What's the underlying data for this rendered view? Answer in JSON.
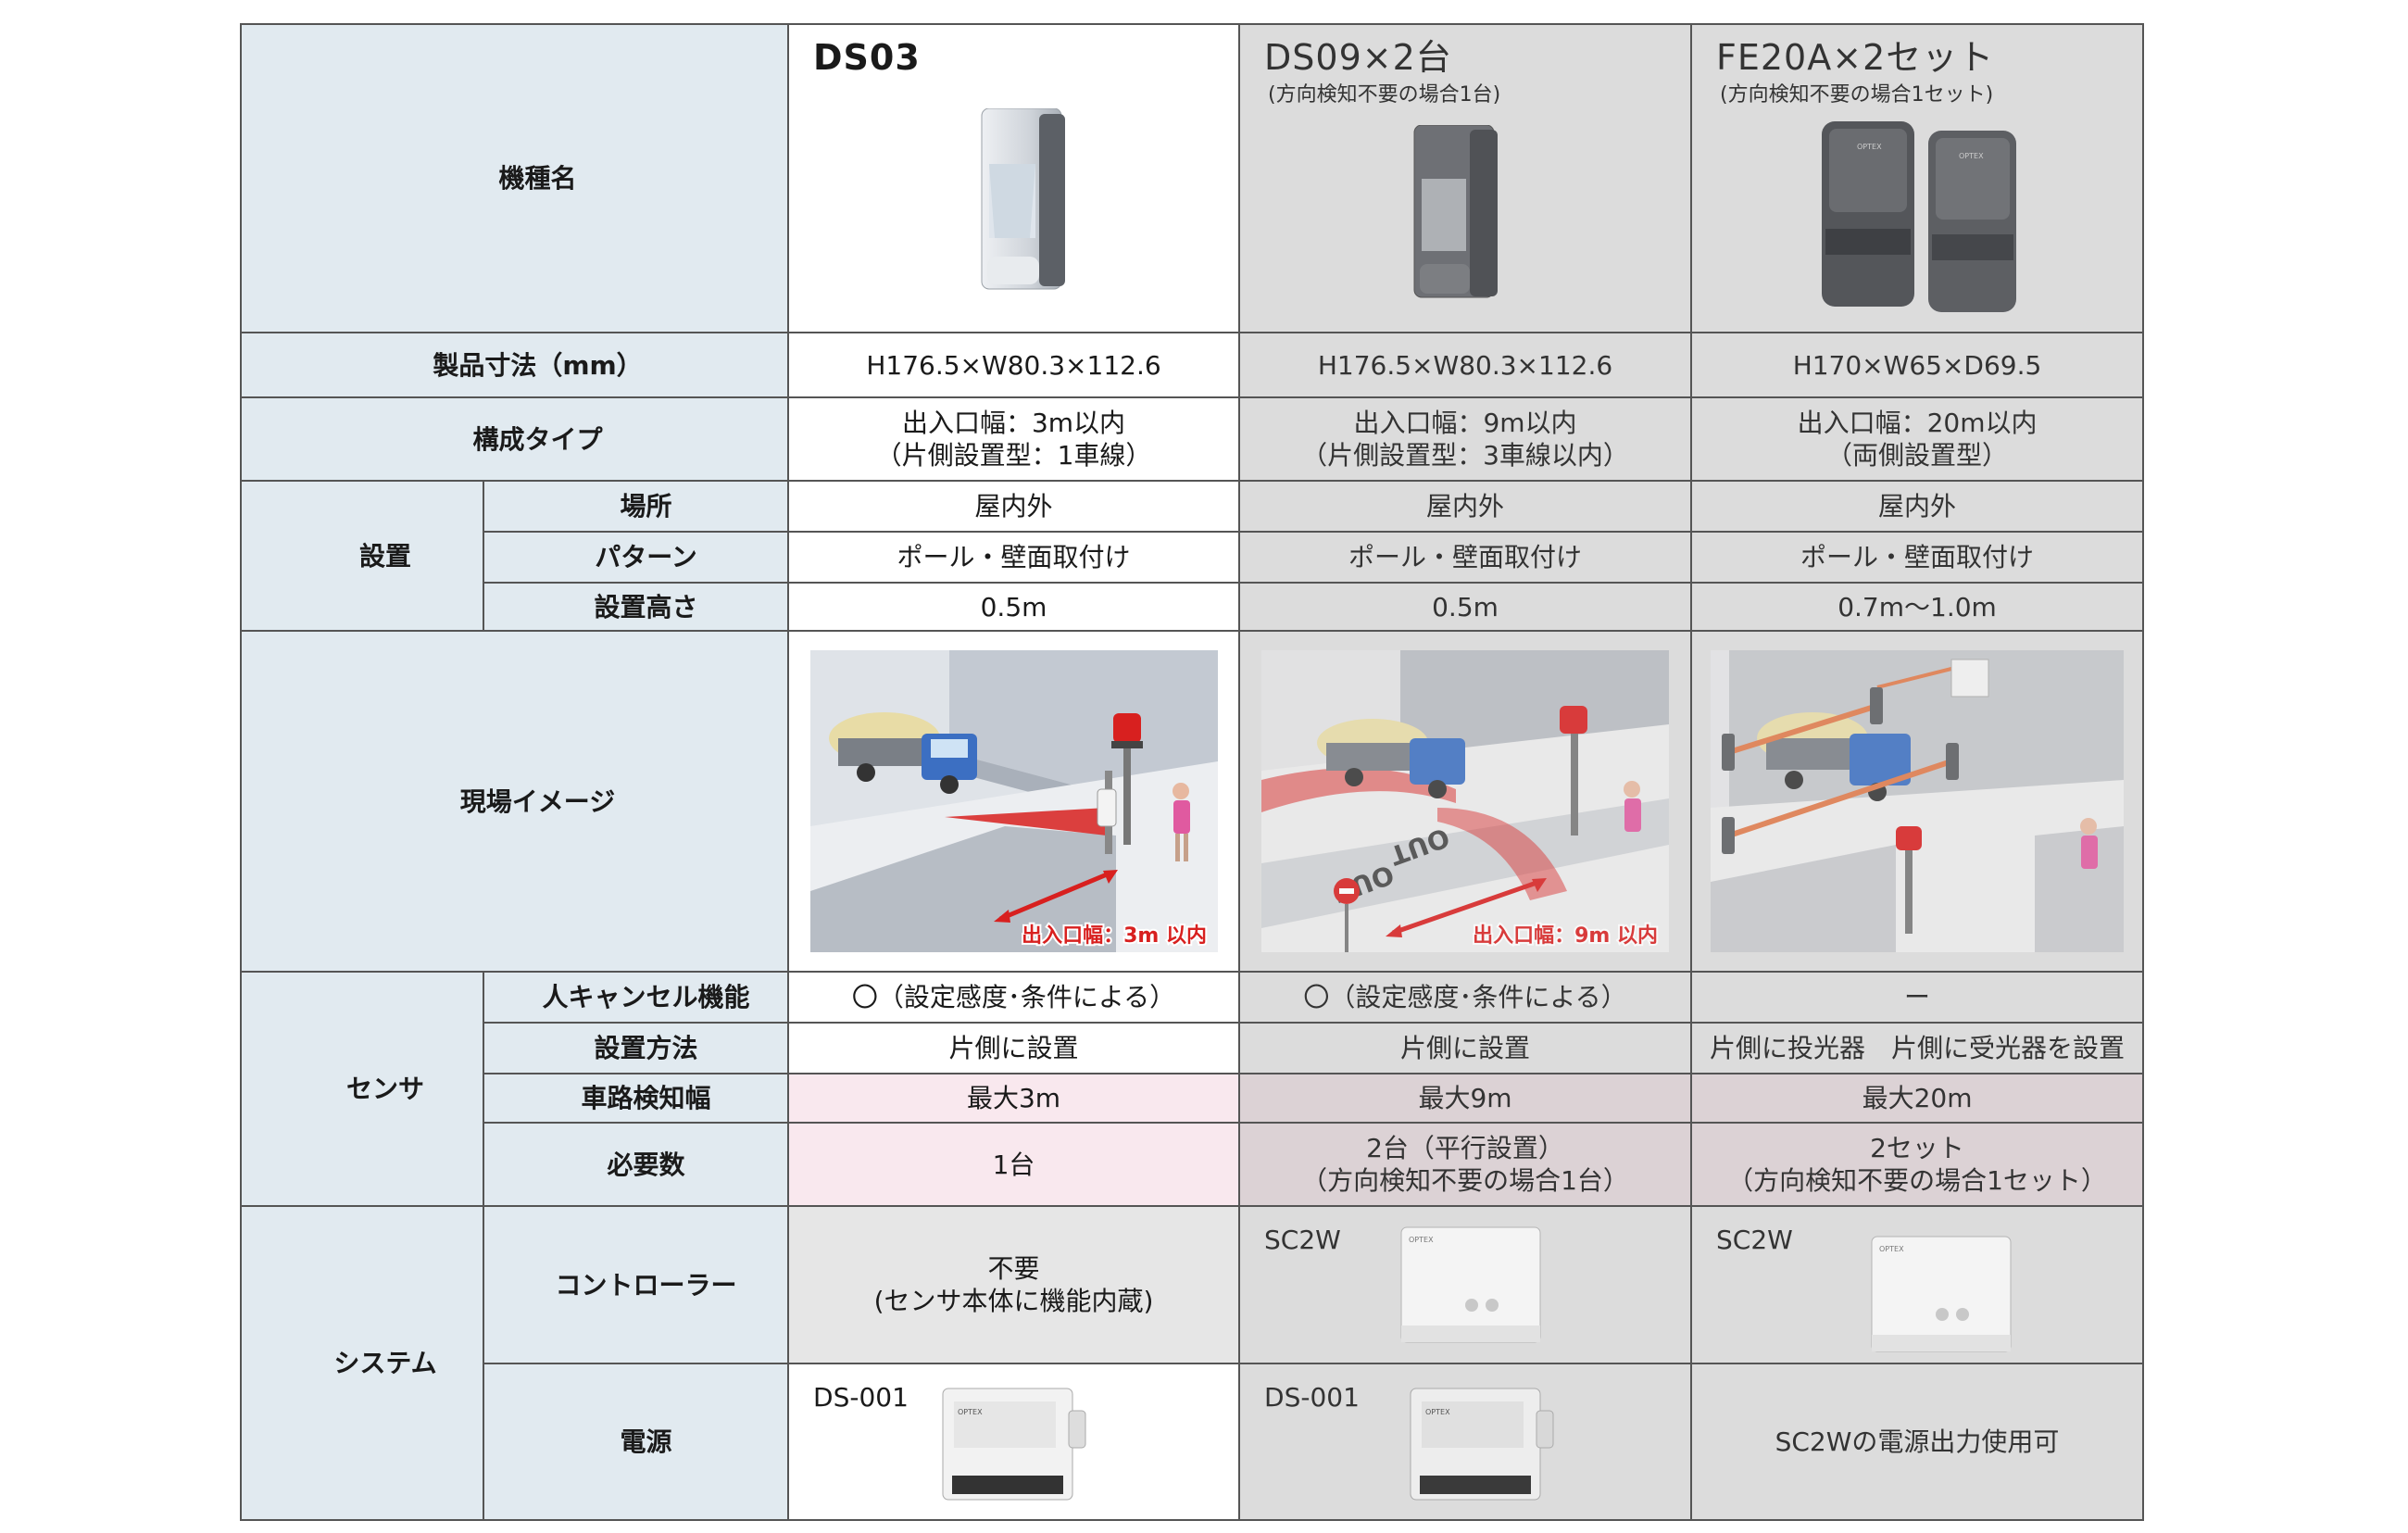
{
  "columns": [
    {
      "model": "DS03",
      "note": ""
    },
    {
      "model": "DS09×2台",
      "note": "(方向検知不要の場合1台)"
    },
    {
      "model": "FE20A×2セット",
      "note": "(方向検知不要の場合1セット)"
    }
  ],
  "rows": {
    "model_label": "機種名",
    "size": {
      "label": "製品寸法（mm）",
      "values": [
        "H176.5×W80.3×112.6",
        "H176.5×W80.3×112.6",
        "H170×W65×D69.5"
      ]
    },
    "config": {
      "label": "構成タイプ",
      "values": [
        {
          "l1": "出入口幅：3m以内",
          "l2": "（片側設置型：1車線）"
        },
        {
          "l1": "出入口幅：9m以内",
          "l2": "（片側設置型：3車線以内）"
        },
        {
          "l1": "出入口幅：20m以内",
          "l2": "（両側設置型）"
        }
      ]
    },
    "install": {
      "label": "設置",
      "subs": [
        {
          "label": "場所",
          "values": [
            "屋内外",
            "屋内外",
            "屋内外"
          ]
        },
        {
          "label": "パターン",
          "values": [
            "ポール・壁面取付け",
            "ポール・壁面取付け",
            "ポール・壁面取付け"
          ]
        },
        {
          "label": "設置高さ",
          "values": [
            "0.5m",
            "0.5m",
            "0.7m～1.0m"
          ]
        }
      ]
    },
    "scene": {
      "label": "現場イメージ",
      "captions": [
        "出入口幅：3m 以内",
        "出入口幅：9m 以内",
        ""
      ],
      "out_label": "OUT"
    },
    "sensor": {
      "label": "センサ",
      "subs": [
        {
          "label": "人キャンセル機能",
          "values": [
            "〇（設定感度･条件による）",
            "〇（設定感度･条件による）",
            "ー"
          ]
        },
        {
          "label": "設置方法",
          "values": [
            "片側に設置",
            "片側に設置",
            "片側に投光器　片側に受光器を設置"
          ]
        },
        {
          "label": "車路検知幅",
          "values": [
            "最大3m",
            "最大9m",
            "最大20m"
          ]
        },
        {
          "label": "必要数",
          "values": [
            {
              "l1": "1台",
              "l2": ""
            },
            {
              "l1": "2台（平行設置）",
              "l2": "（方向検知不要の場合1台）"
            },
            {
              "l1": "2セット",
              "l2": "（方向検知不要の場合1セット）"
            }
          ]
        }
      ]
    },
    "system": {
      "label": "システム",
      "subs": [
        {
          "label": "コントローラー",
          "values": [
            {
              "l1": "不要",
              "l2": "(センサ本体に機能内蔵)"
            },
            {
              "model": "SC2W"
            },
            {
              "model": "SC2W"
            }
          ]
        },
        {
          "label": "電源",
          "values": [
            {
              "model": "DS-001"
            },
            {
              "model": "DS-001"
            },
            {
              "text": "SC2Wの電源出力使用可"
            }
          ]
        }
      ]
    }
  },
  "colors": {
    "header_bg": "#e1eaf0",
    "highlight_pink": "#f9e8ee",
    "gray": "#dcdcdc",
    "accent_red": "#d8201f"
  }
}
